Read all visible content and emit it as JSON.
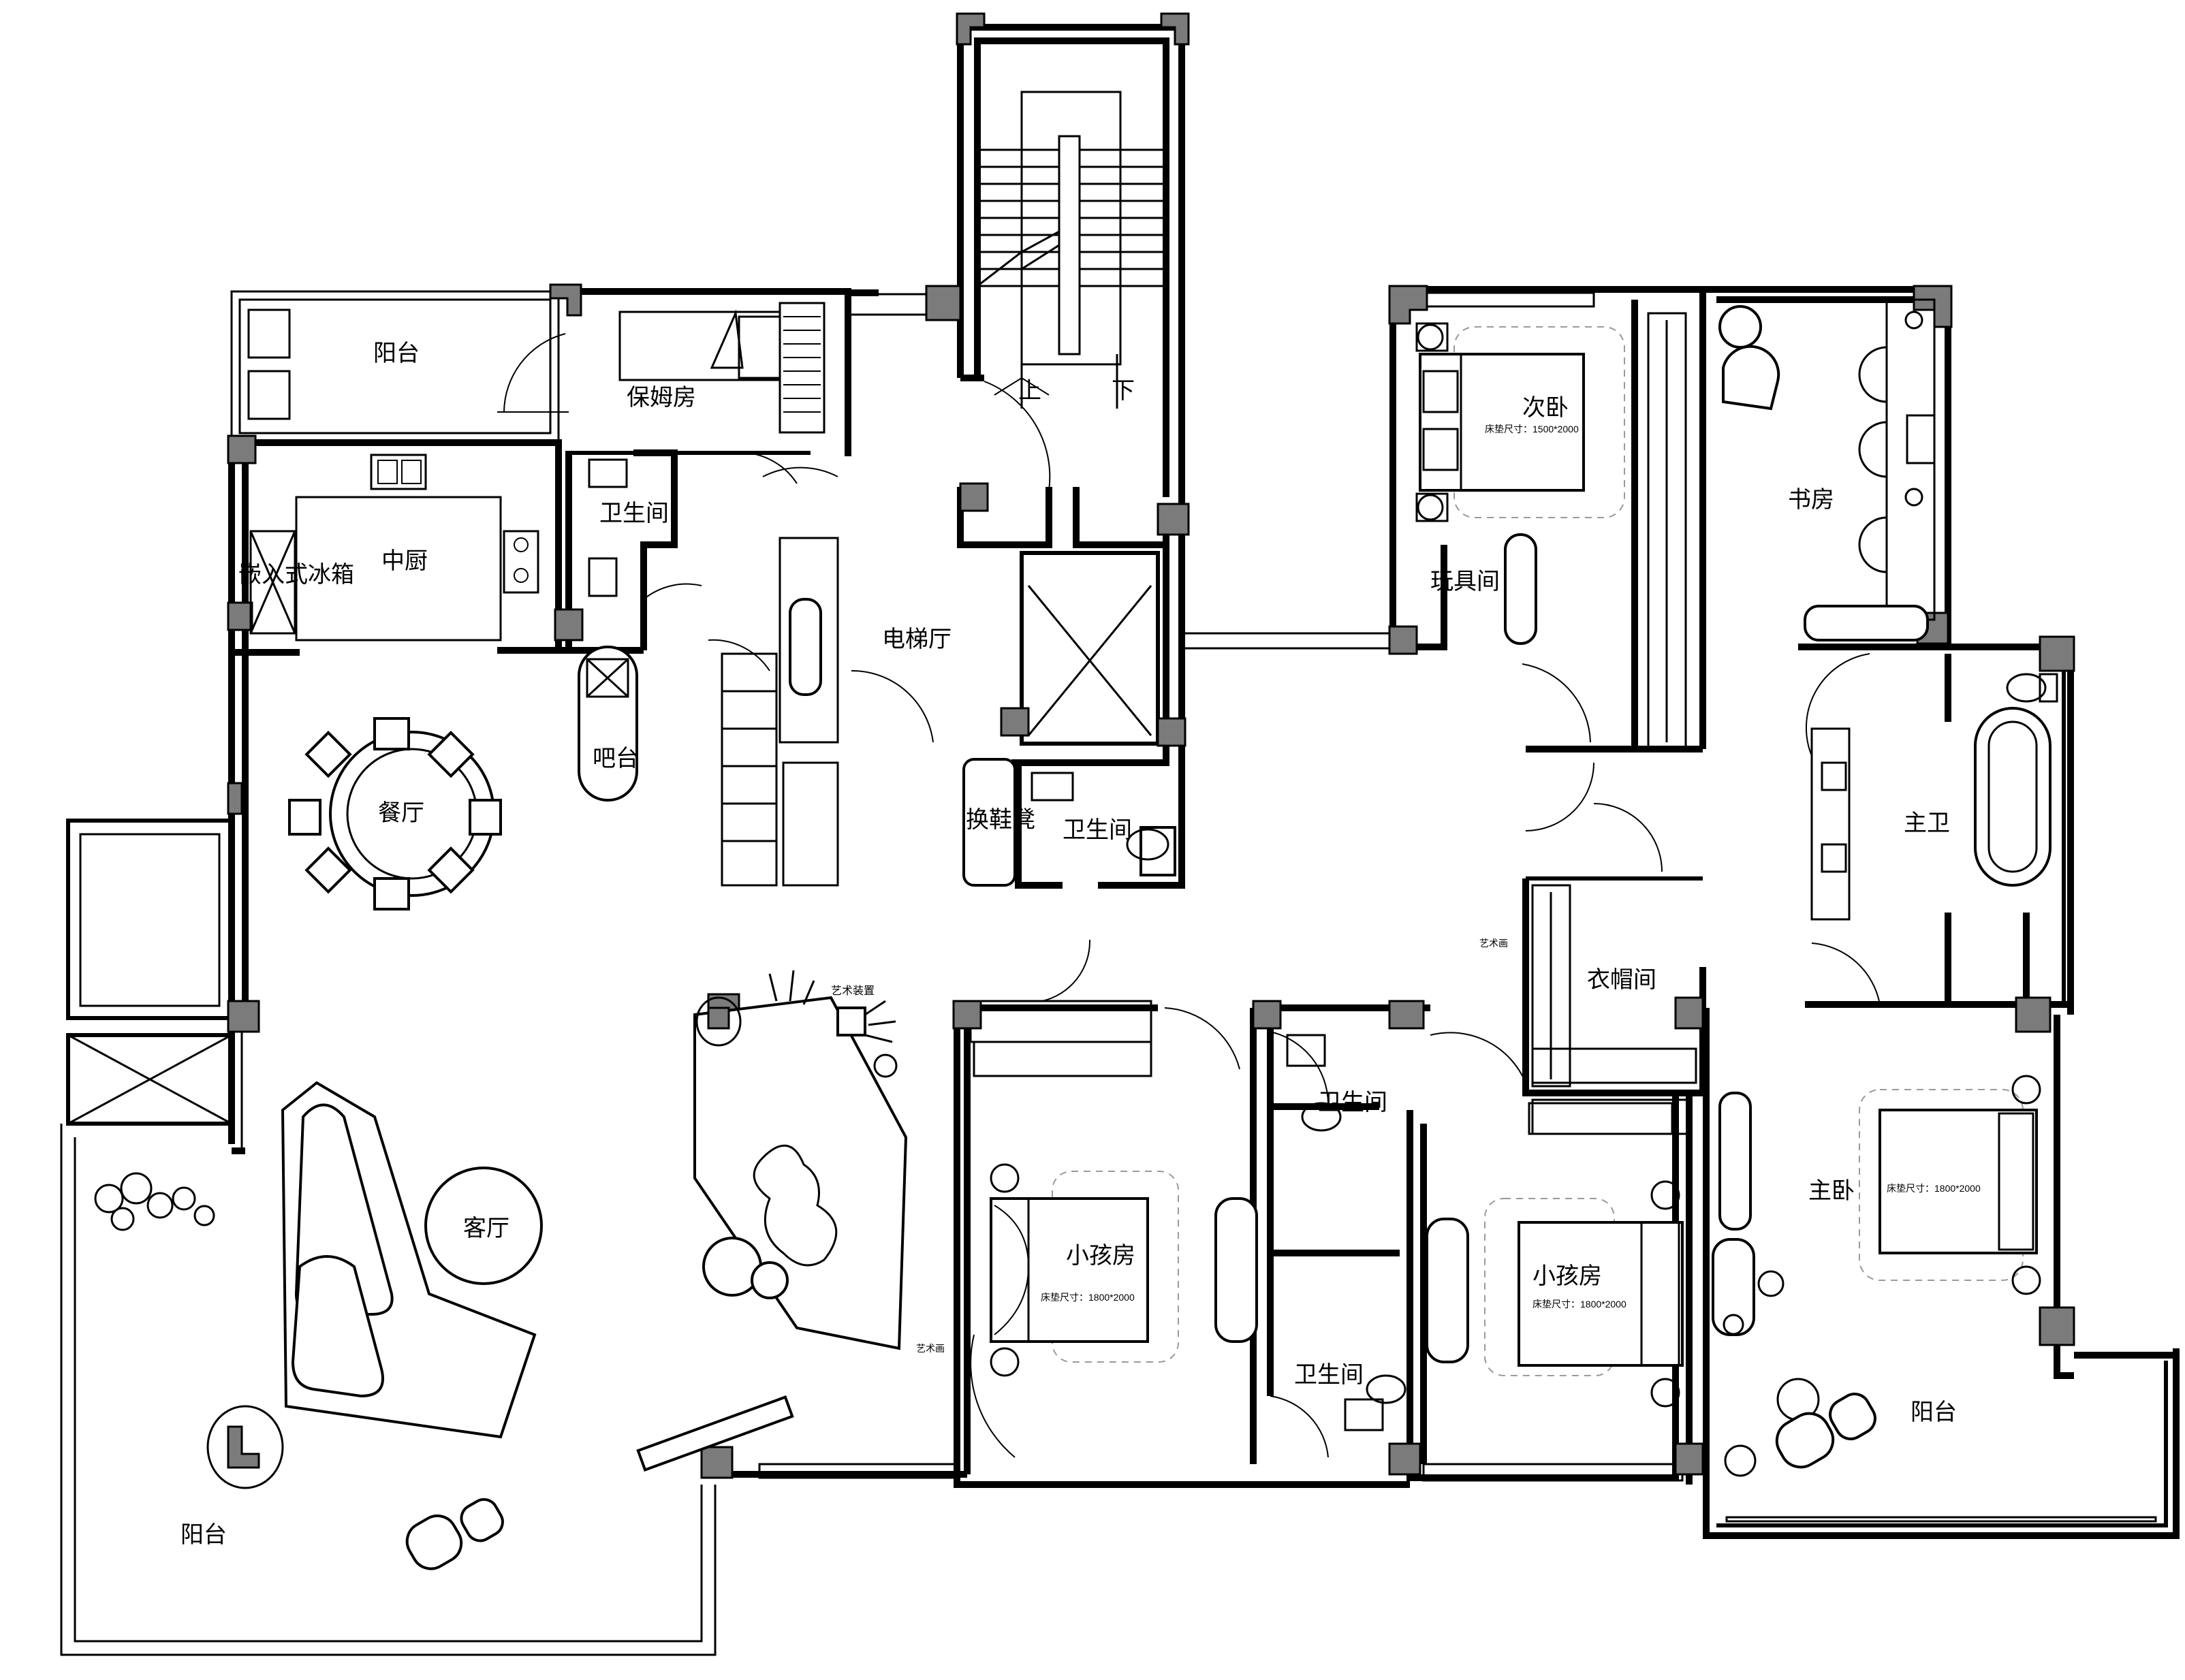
{
  "rooms": {
    "balcony_nw": "阳台",
    "nanny_room": "保姆房",
    "kitchen": "中厨",
    "fridge": "嵌入式冰箱",
    "bath_nanny": "卫生间",
    "bar": "吧台",
    "dining": "餐厅",
    "elevator_hall": "电梯厅",
    "stair_up": "上",
    "stair_down": "下",
    "shoe_bench": "换鞋凳",
    "bath_hall": "卫生间",
    "second_bedroom": "次卧",
    "second_bed_size": "床垫尺寸：1500*2000",
    "toy_room": "玩具间",
    "study": "书房",
    "master_bath": "主卫",
    "cloakroom": "衣帽间",
    "art_label_cloak": "艺术画",
    "art_installation": "艺术装置",
    "living_room": "客厅",
    "balcony_sw": "阳台",
    "kids_room_1": "小孩房",
    "kids_bed_size_1": "床垫尺寸：1800*2000",
    "art_label_kids": "艺术画",
    "bath_mid_top": "卫生间",
    "bath_mid_bottom": "卫生间",
    "kids_room_2": "小孩房",
    "kids_bed_size_2": "床垫尺寸：1800*2000",
    "master_bedroom": "主卧",
    "master_bed_size": "床垫尺寸：1800*2000",
    "balcony_se": "阳台"
  }
}
